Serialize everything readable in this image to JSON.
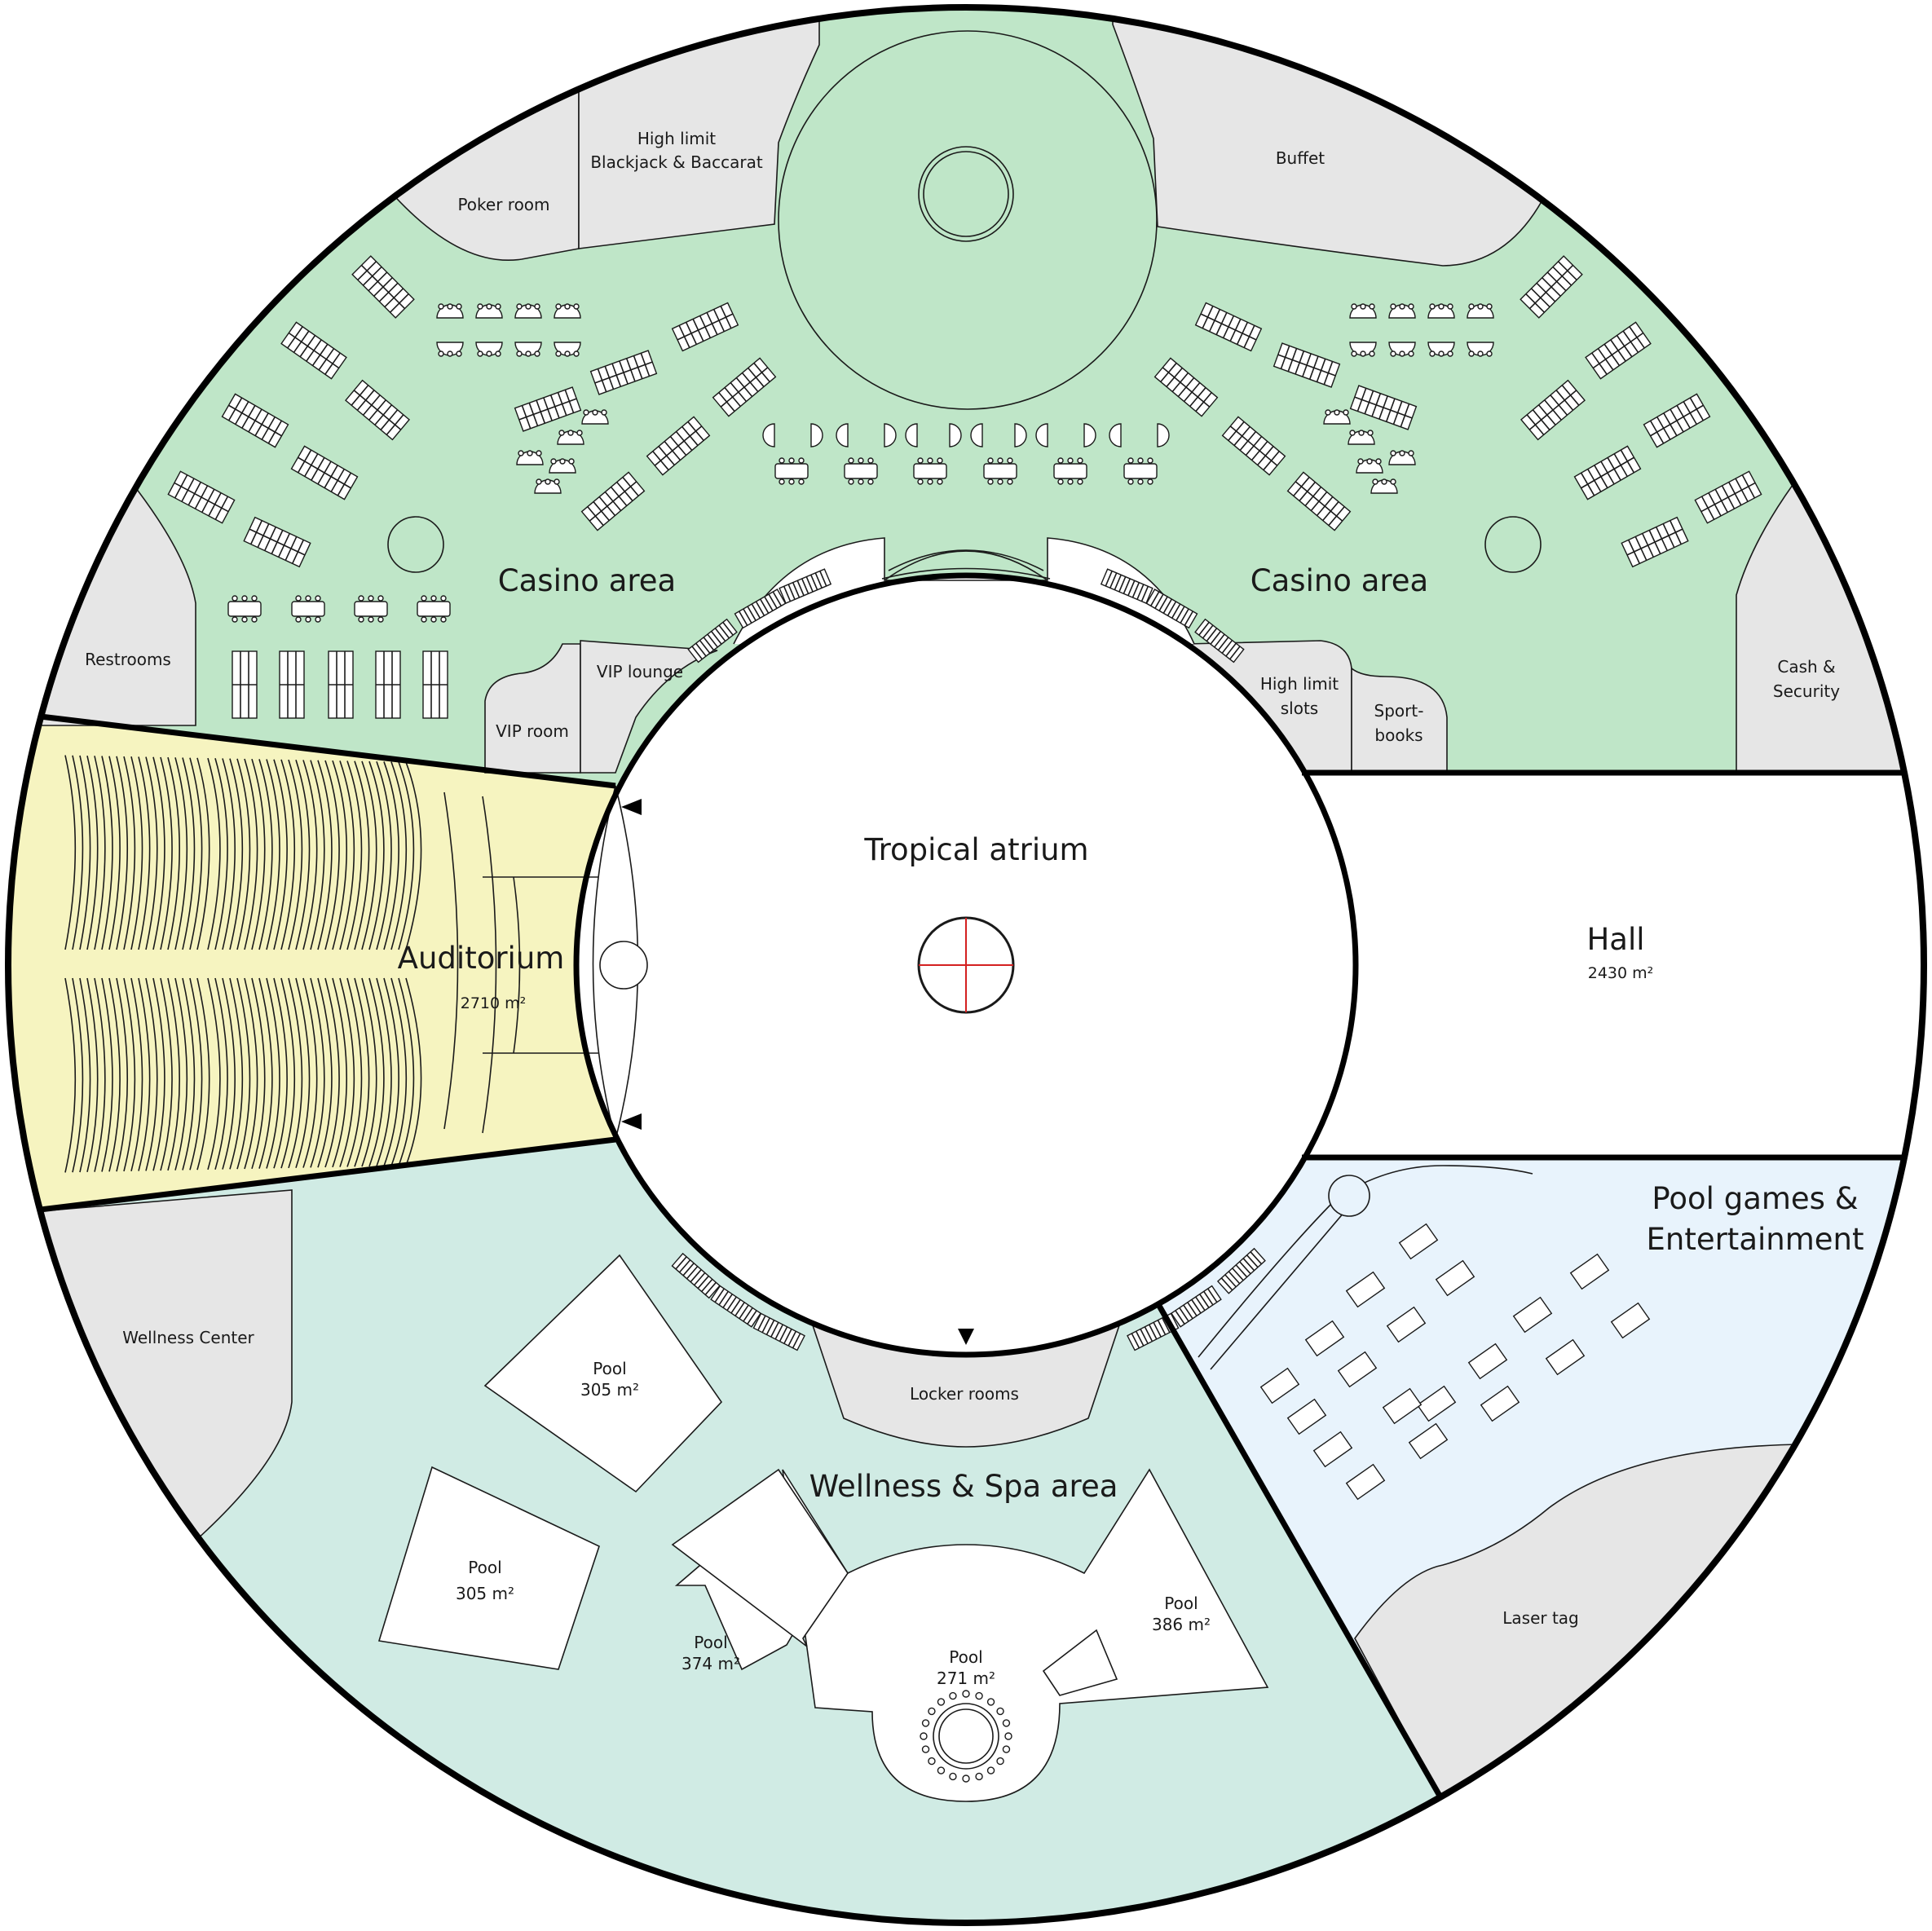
{
  "colors": {
    "casino": "#bfe6c8",
    "auditorium": "#f6f4c0",
    "wellness": "#d0ebe4",
    "entertainment": "#e8f3fc",
    "service": "#e6e6e6",
    "atrium": "#ffffff",
    "atrium_axis": "#d42020"
  },
  "icons": [
    "column-circle",
    "stair-block",
    "entrance-arrow",
    "slot-bank",
    "table-group"
  ],
  "labels": {
    "casino_left": "Casino area",
    "casino_right": "Casino area",
    "atrium": "Tropical atrium",
    "hall": "Hall",
    "hall_area": "2430 m²",
    "auditorium": "Auditorium",
    "auditorium_area": "2710 m²",
    "wellness": "Wellness & Spa area",
    "pool_games_1": "Pool games &",
    "pool_games_2": "Entertainment",
    "poker": "Poker room",
    "high_limit_1": "High limit",
    "high_limit_2": "Blackjack & Baccarat",
    "buffet": "Buffet",
    "restrooms": "Restrooms",
    "vip_lounge": "VIP lounge",
    "vip_room": "VIP room",
    "slots_1": "High limit",
    "slots_2": "slots",
    "sport_1": "Sport-",
    "sport_2": "books",
    "cash_1": "Cash &",
    "cash_2": "Security",
    "wellness_center": "Wellness Center",
    "locker": "Locker rooms",
    "laser": "Laser tag"
  },
  "pools": [
    {
      "name": "Pool",
      "area": "305 m²"
    },
    {
      "name": "Pool",
      "area": "305 m²"
    },
    {
      "name": "Pool",
      "area": "374 m²"
    },
    {
      "name": "Pool",
      "area": "271 m²"
    },
    {
      "name": "Pool",
      "area": "386 m²"
    }
  ]
}
